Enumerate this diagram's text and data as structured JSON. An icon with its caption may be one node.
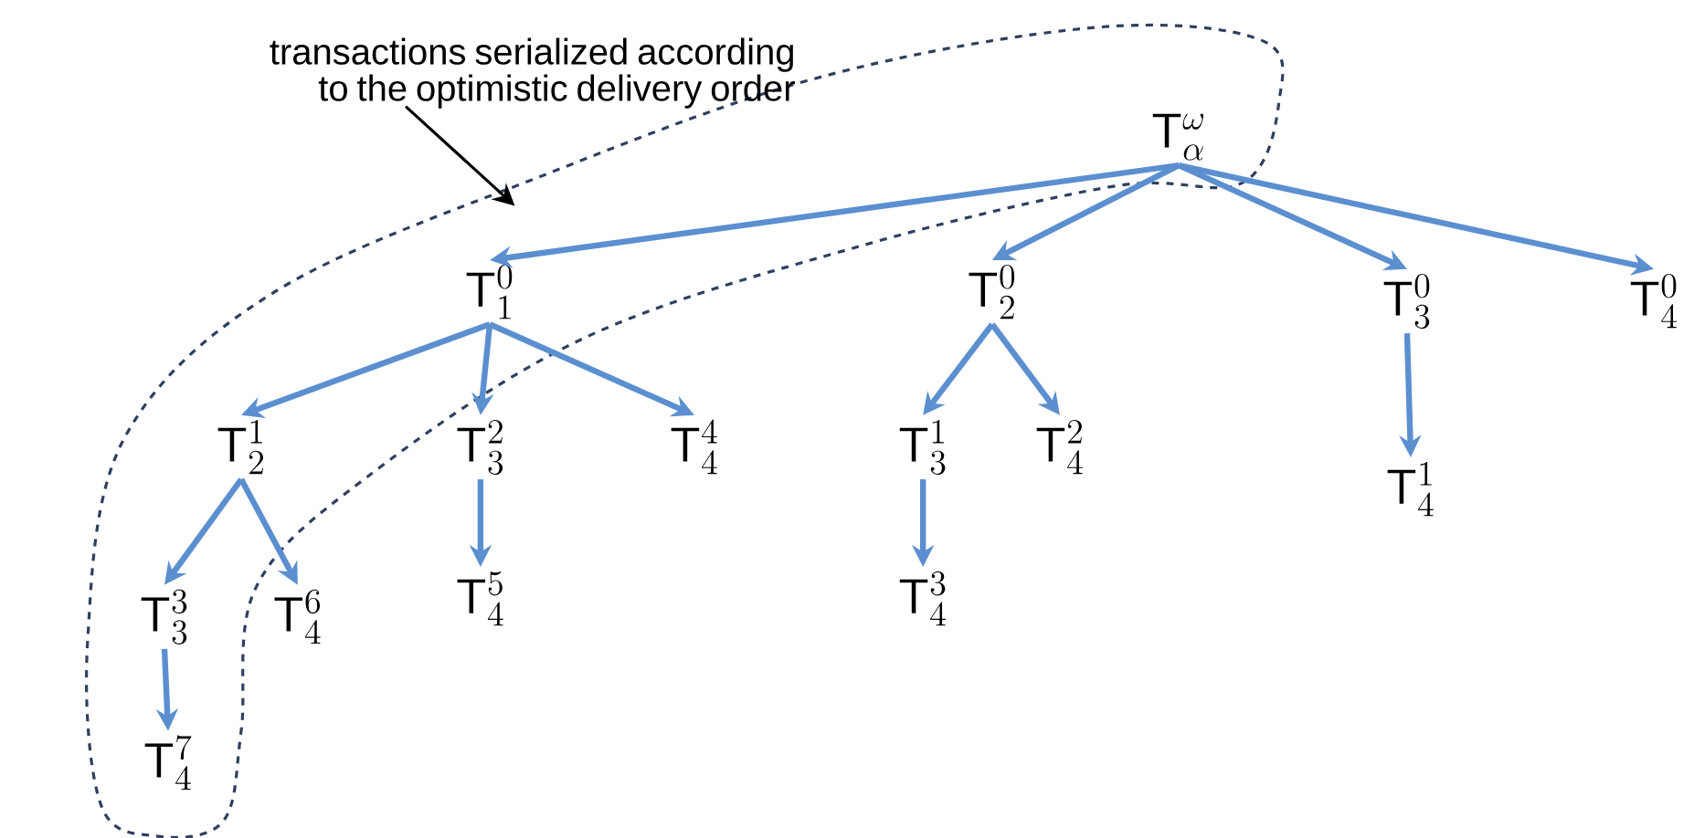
{
  "diagram": {
    "nodes": [
      {
        "text": [],
        "shape": "loop"
      },
      {
        "text": [
          "\\mathsf{T}^{\\omega}_{\\alpha}"
        ],
        "in": 0
      },
      {
        "text": [
          "\\mathsf{T}^{0}_{1}"
        ],
        "in": 0
      },
      {
        "text": [
          "\\mathsf{T}^{0}_{2}"
        ]
      },
      {
        "text": [
          "\\mathsf{T}^{0}_{3}"
        ]
      },
      {
        "text": [
          "\\mathsf{T}^{0}_{4}"
        ]
      },
      {
        "text": [
          "\\mathsf{T}^{1}_{2}"
        ],
        "in": 0
      },
      {
        "text": [
          "\\mathsf{T}^{2}_{3}"
        ]
      },
      {
        "text": [
          "\\mathsf{T}^{4}_{4}"
        ]
      },
      {
        "text": [
          "\\mathsf{T}^{1}_{3}"
        ]
      },
      {
        "text": [
          "\\mathsf{T}^{2}_{4}"
        ]
      },
      {
        "text": [
          "\\mathsf{T}^{1}_{4}"
        ]
      },
      {
        "text": [
          "\\mathsf{T}^{3}_{3}"
        ],
        "in": 0
      },
      {
        "text": [
          "\\mathsf{T}^{6}_{4}"
        ]
      },
      {
        "text": [
          "\\mathsf{T}^{5}_{4}"
        ]
      },
      {
        "text": [
          "\\mathsf{T}^{3}_{4}"
        ]
      },
      {
        "text": [
          "\\mathsf{T}^{7}_{4}"
        ],
        "in": 0
      },
      {
        "text": [
          "transactions serialized  according to the optimistic delivery order"
        ]
      }
    ],
    "edges": [
      {
        "from": 1,
        "to": 2,
        "arrow": "to"
      },
      {
        "from": 1,
        "to": 3,
        "arrow": "to"
      },
      {
        "from": 1,
        "to": 4,
        "arrow": "to"
      },
      {
        "from": 1,
        "to": 5,
        "arrow": "to"
      },
      {
        "from": 2,
        "to": 6,
        "arrow": "to"
      },
      {
        "from": 2,
        "to": 7,
        "arrow": "to"
      },
      {
        "from": 2,
        "to": 8,
        "arrow": "to"
      },
      {
        "from": 3,
        "to": 9,
        "arrow": "to"
      },
      {
        "from": 3,
        "to": 10,
        "arrow": "to"
      },
      {
        "from": 4,
        "to": 11,
        "arrow": "to"
      },
      {
        "from": 6,
        "to": 12,
        "arrow": "to"
      },
      {
        "from": 6,
        "to": 13,
        "arrow": "to"
      },
      {
        "from": 7,
        "to": 14,
        "arrow": "to"
      },
      {
        "from": 9,
        "to": 15,
        "arrow": "to"
      },
      {
        "from": 12,
        "to": 16,
        "arrow": "to"
      },
      {
        "from": 17,
        "to": 0,
        "arrow": "to",
        "color": "#000000"
      }
    ]
  }
}
